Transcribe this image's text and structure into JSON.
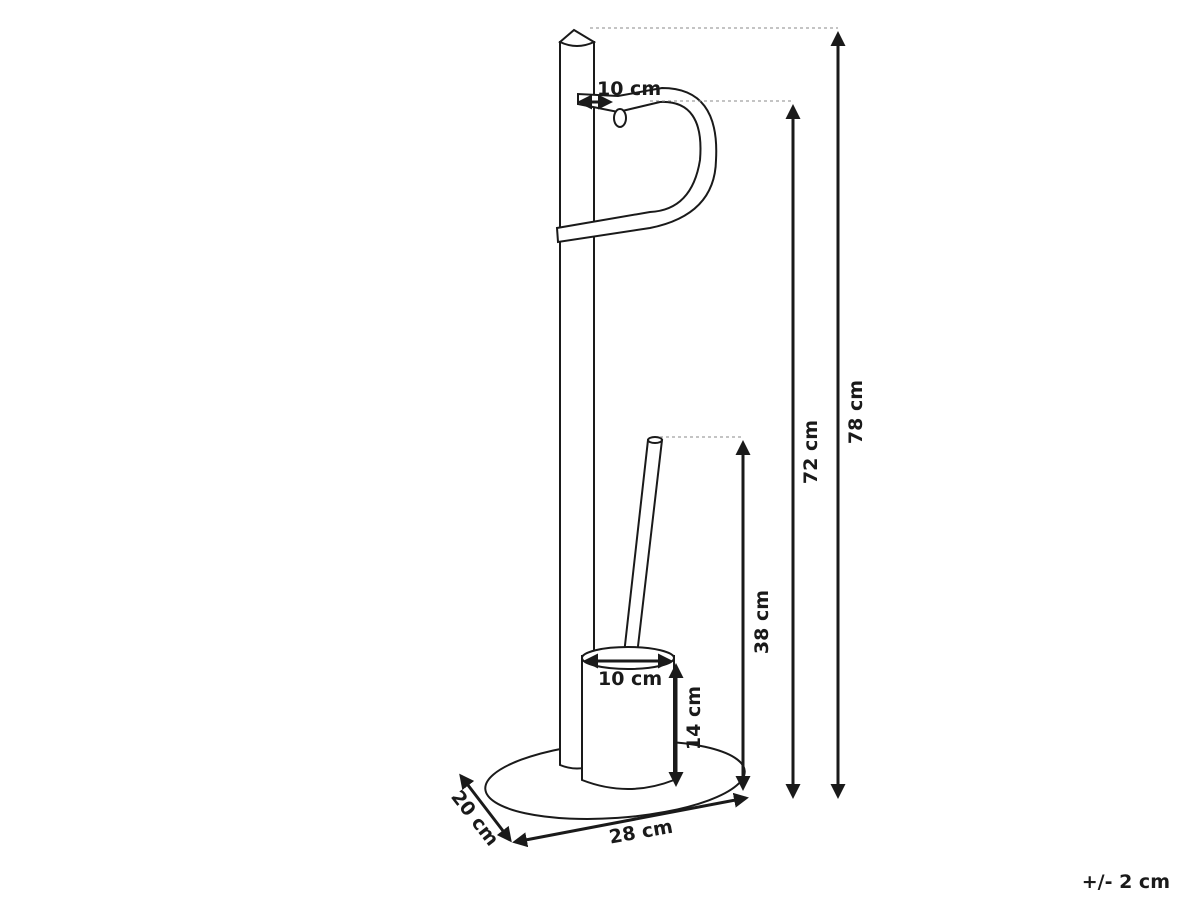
{
  "product_diagram": {
    "dimensions": {
      "total_height": "78 cm",
      "holder_height": "72 cm",
      "brush_height": "38 cm",
      "cup_height": "14 cm",
      "holder_depth": "10 cm",
      "cup_diameter": "10 cm",
      "base_width": "28 cm",
      "base_depth": "20 cm"
    },
    "tolerance": "+/- 2 cm"
  }
}
